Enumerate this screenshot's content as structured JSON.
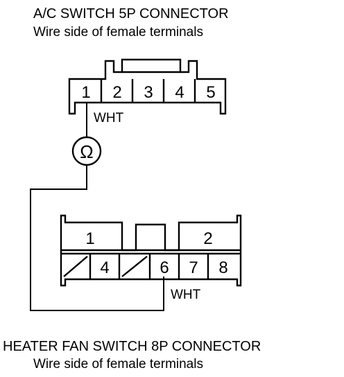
{
  "top_connector": {
    "title": "A/C SWITCH 5P CONNECTOR",
    "subtitle": "Wire side of female terminals",
    "pins": [
      "1",
      "2",
      "3",
      "4",
      "5"
    ],
    "wire_label": "WHT"
  },
  "meter": {
    "symbol": "Ω"
  },
  "bottom_connector": {
    "title": "HEATER FAN SWITCH 8P CONNECTOR",
    "subtitle": "Wire side of female terminals",
    "upper_pins": [
      "1",
      "2"
    ],
    "lower_pins": [
      "4",
      "6",
      "7",
      "8"
    ],
    "wire_label": "WHT"
  }
}
